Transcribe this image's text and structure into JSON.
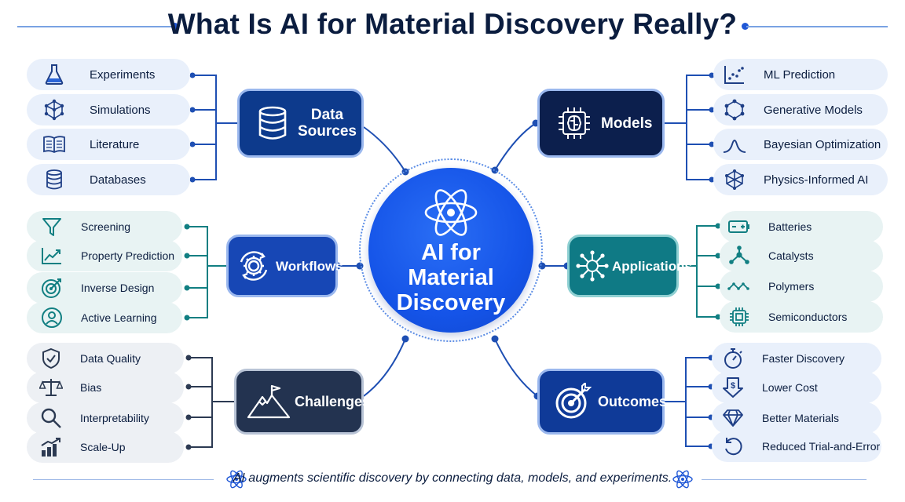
{
  "title": "What Is AI for Material Discovery Really?",
  "hub": {
    "line1": "AI for",
    "line2": "Material",
    "line3": "Discovery"
  },
  "categories": {
    "data_sources": {
      "line1": "Data",
      "line2": "Sources"
    },
    "models": "Models",
    "workflows": "Workflows",
    "applications": "Applications",
    "challenges": "Challenges",
    "outcomes": "Outcomes"
  },
  "data_sources_items": [
    "Experiments",
    "Simulations",
    "Literature",
    "Databases"
  ],
  "workflows_items": [
    "Screening",
    "Property Prediction",
    "Inverse Design",
    "Active Learning"
  ],
  "challenges_items": [
    "Data Quality",
    "Bias",
    "Interpretability",
    "Scale-Up"
  ],
  "models_items": [
    "ML Prediction",
    "Generative Models",
    "Bayesian Optimization",
    "Physics-Informed AI"
  ],
  "applications_items": [
    "Batteries",
    "Catalysts",
    "Polymers",
    "Semiconductors"
  ],
  "outcomes_items": [
    "Faster Discovery",
    "Lower Cost",
    "Better Materials",
    "Reduced Trial-and-Error"
  ],
  "footer": "AI augments scientific discovery by connecting data, models, and experiments.",
  "colors": {
    "navy": "#0b1d3f",
    "data_sources_box": "#0d3a8c",
    "models_box": "#0c1f4d",
    "workflows_box": "#1747b5",
    "applications_box": "#0f7a85",
    "challenges_box": "#233350",
    "outcomes_box": "#0f3a98",
    "hub": "#1554e8",
    "teal_connector": "#117f82",
    "gray_connector": "#2c3a52"
  }
}
